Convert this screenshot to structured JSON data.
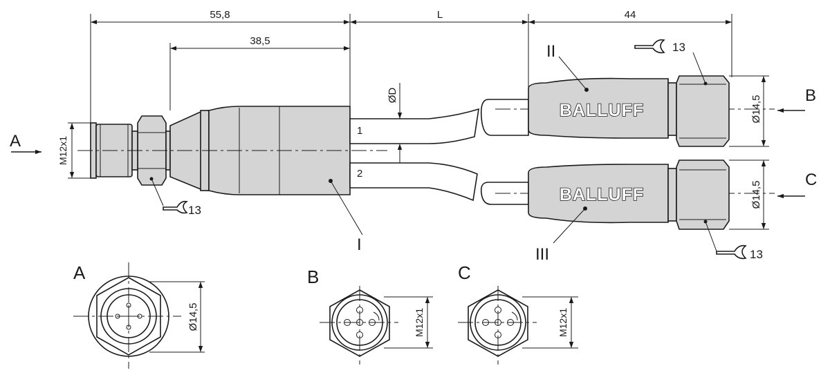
{
  "dimensions": {
    "overall_male": "55,8",
    "molded_length": "38,5",
    "cable_length": "L",
    "female_length": "44",
    "thread_male": "M12x1",
    "cable_diameter": "ØD",
    "wrench_b": "Ø14,5",
    "wrench_c": "Ø14,5",
    "face_a_dia": "Ø14,5",
    "face_b_thread": "M12x1",
    "face_c_thread": "M12x1"
  },
  "views": {
    "arrow_a": "A",
    "arrow_b": "B",
    "arrow_c": "C",
    "face_a": "A",
    "face_b": "B",
    "face_c": "C"
  },
  "wrench": {
    "size_male": "13",
    "size_b": "13",
    "size_c": "13"
  },
  "parts": {
    "splitter": "I",
    "connector_b": "II",
    "connector_c": "III"
  },
  "wires": {
    "wire_1": "1",
    "wire_2": "2"
  },
  "brand": {
    "top": "BALLUFF",
    "bottom": "BALLUFF"
  }
}
